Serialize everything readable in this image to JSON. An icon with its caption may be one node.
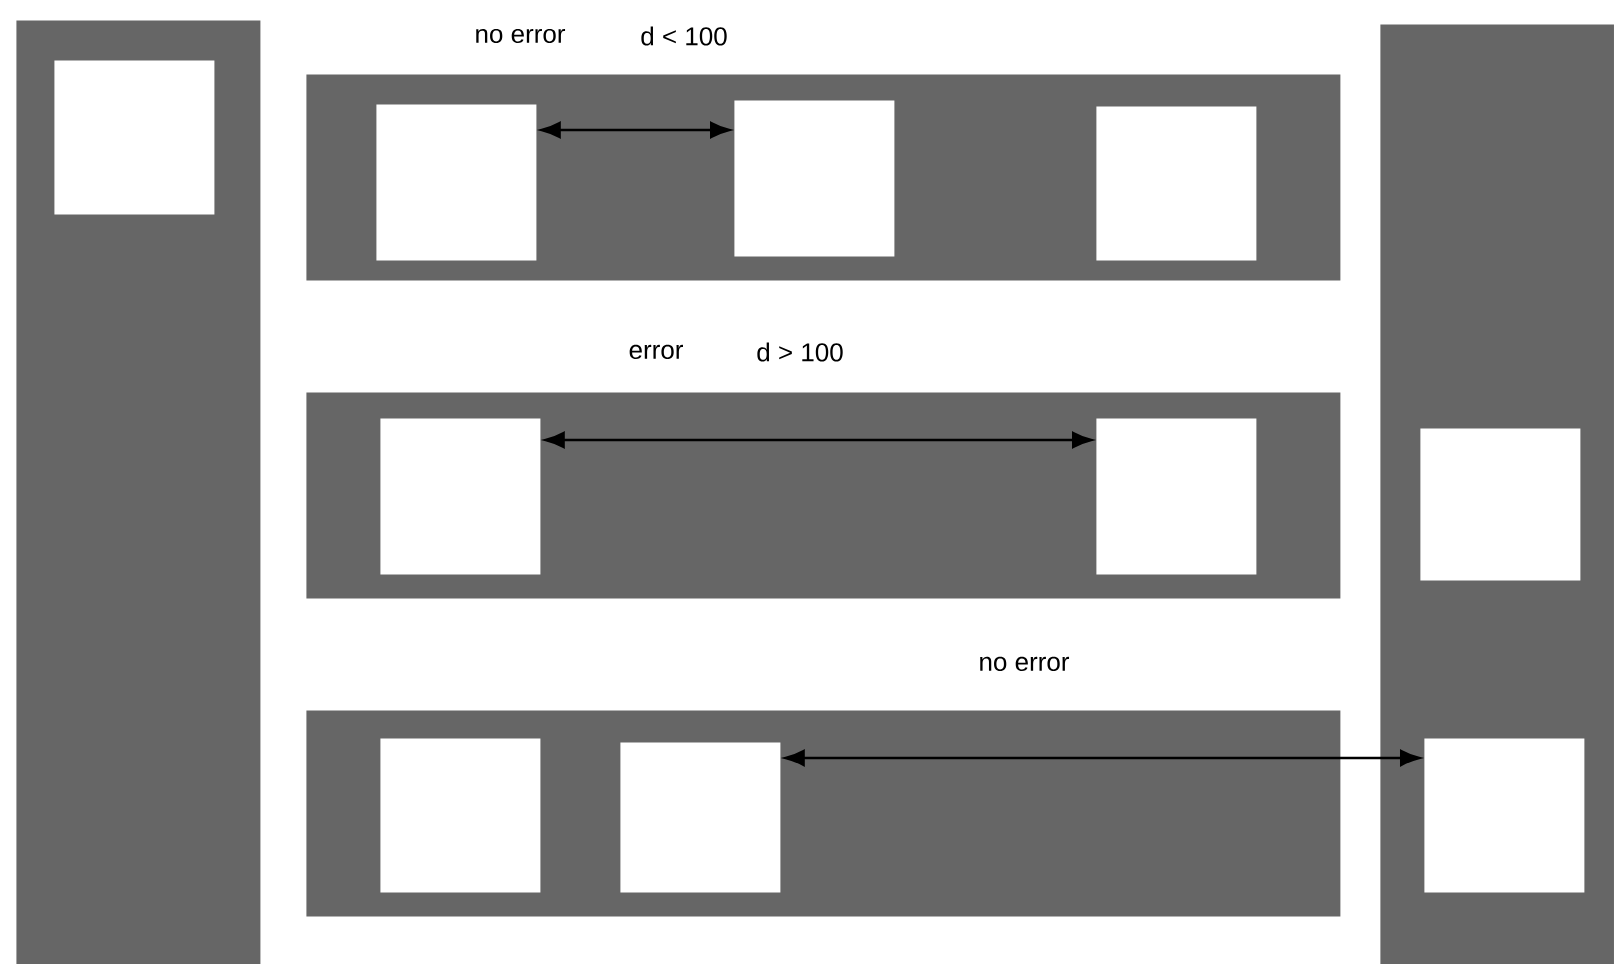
{
  "diagram": {
    "nodes": [
      {
        "text": [],
        "shape": "box"
      },
      {
        "text": [],
        "shape": "box",
        "in": 0
      },
      {
        "text": [],
        "shape": "box"
      },
      {
        "text": [],
        "shape": "box",
        "in": 2
      },
      {
        "text": [],
        "shape": "box",
        "in": 2
      },
      {
        "text": [],
        "shape": "box",
        "in": 2
      },
      {
        "text": [],
        "shape": "box"
      },
      {
        "text": [],
        "shape": "box",
        "in": 6
      },
      {
        "text": [],
        "shape": "box",
        "in": 6
      },
      {
        "text": [],
        "shape": "box"
      },
      {
        "text": [],
        "shape": "box",
        "in": 9
      },
      {
        "text": [],
        "shape": "box",
        "in": 9
      },
      {
        "text": [],
        "shape": "box"
      },
      {
        "text": [],
        "shape": "box",
        "in": 12
      },
      {
        "text": [],
        "shape": "box",
        "in": 12
      }
    ],
    "edges": [
      {
        "from": 3,
        "to": 4,
        "arrow": "both"
      },
      {
        "from": 7,
        "to": 8,
        "arrow": "both"
      },
      {
        "from": 11,
        "to": 14,
        "arrow": "both"
      }
    ],
    "labels": [
      "no error",
      "d < 100",
      "error",
      "d > 100",
      "no error"
    ]
  }
}
